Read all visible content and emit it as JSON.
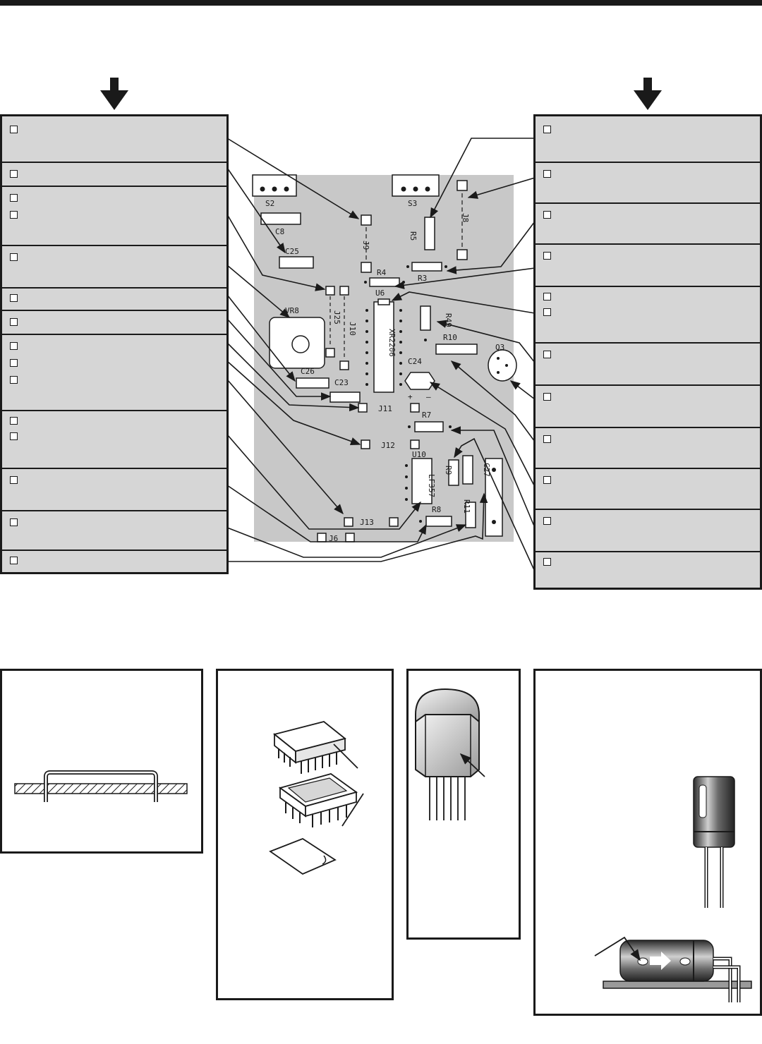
{
  "colors": {
    "ink": "#1a1a1a",
    "panel_fill": "#d6d6d6",
    "pcb_fill": "#c8c8c8",
    "page": "#ffffff"
  },
  "icons": [
    "down-arrow-icon",
    "checkbox-icon"
  ],
  "pcb": {
    "labels": {
      "s2": "S2",
      "s3": "S3",
      "c8": "C8",
      "c25": "C25",
      "j9": "J9",
      "r5": "R5",
      "j8": "J8",
      "r4": "R4",
      "r3": "R3",
      "u6": "U6",
      "xr2206": "XR2206",
      "r49": "R49",
      "j25": "J25",
      "j10": "J10",
      "vr8": "VR8",
      "r10": "R10",
      "q3": "Q3",
      "c24": "C24",
      "c26": "C26",
      "c23": "C23",
      "j11": "J11",
      "r7": "R7",
      "j12": "J12",
      "u10": "U10",
      "lf357": "LF357",
      "r9": "R9",
      "c27": "C27",
      "r11": "R11",
      "j13": "J13",
      "r8": "R8",
      "j6": "J6",
      "plus": "+",
      "minus": "–"
    }
  }
}
